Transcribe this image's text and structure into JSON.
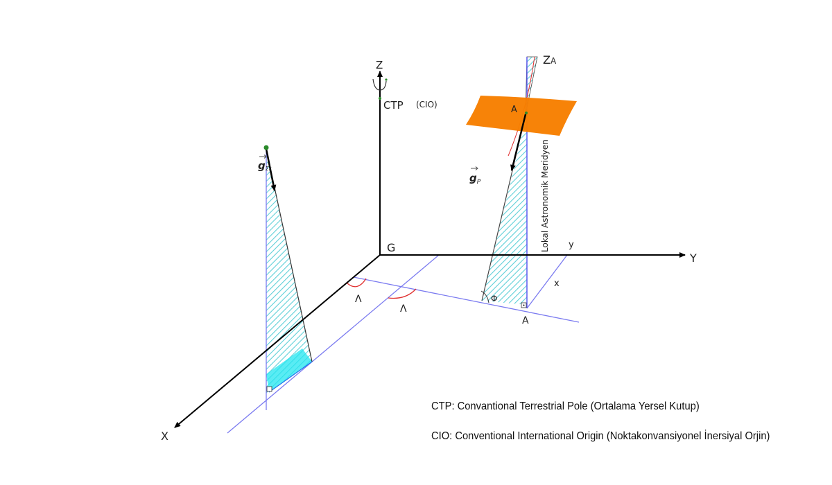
{
  "axes": {
    "z": "Z",
    "y": "Y",
    "x": "X",
    "origin": "G",
    "za": "Z",
    "za_sub": "A"
  },
  "labels": {
    "ctp": "CTP",
    "cio": "(CIO)",
    "point_top": "A",
    "point_bottom": "A",
    "g_p": "g",
    "g_p_sub": "P",
    "g_left": "g",
    "g_left_sub": "Σr",
    "lambda1": "Λ",
    "lambda2": "Λ",
    "phi": "Φ",
    "small_x": "x",
    "small_y": "y",
    "meridian": "Lokal Astronomik Meridyen"
  },
  "legend": [
    "CTP: Convantional Terrestrial Pole (Ortalama Yersel Kutup)",
    "CIO: Conventional International Origin (Noktakonvansiyonel İnersiyal Orjin)"
  ],
  "colors": {
    "surface": "#f77f00",
    "hatch": "#5fd0d8",
    "plane_line": "#7b7bf0",
    "angle": "#e03030",
    "point": "#2a8a2a"
  }
}
